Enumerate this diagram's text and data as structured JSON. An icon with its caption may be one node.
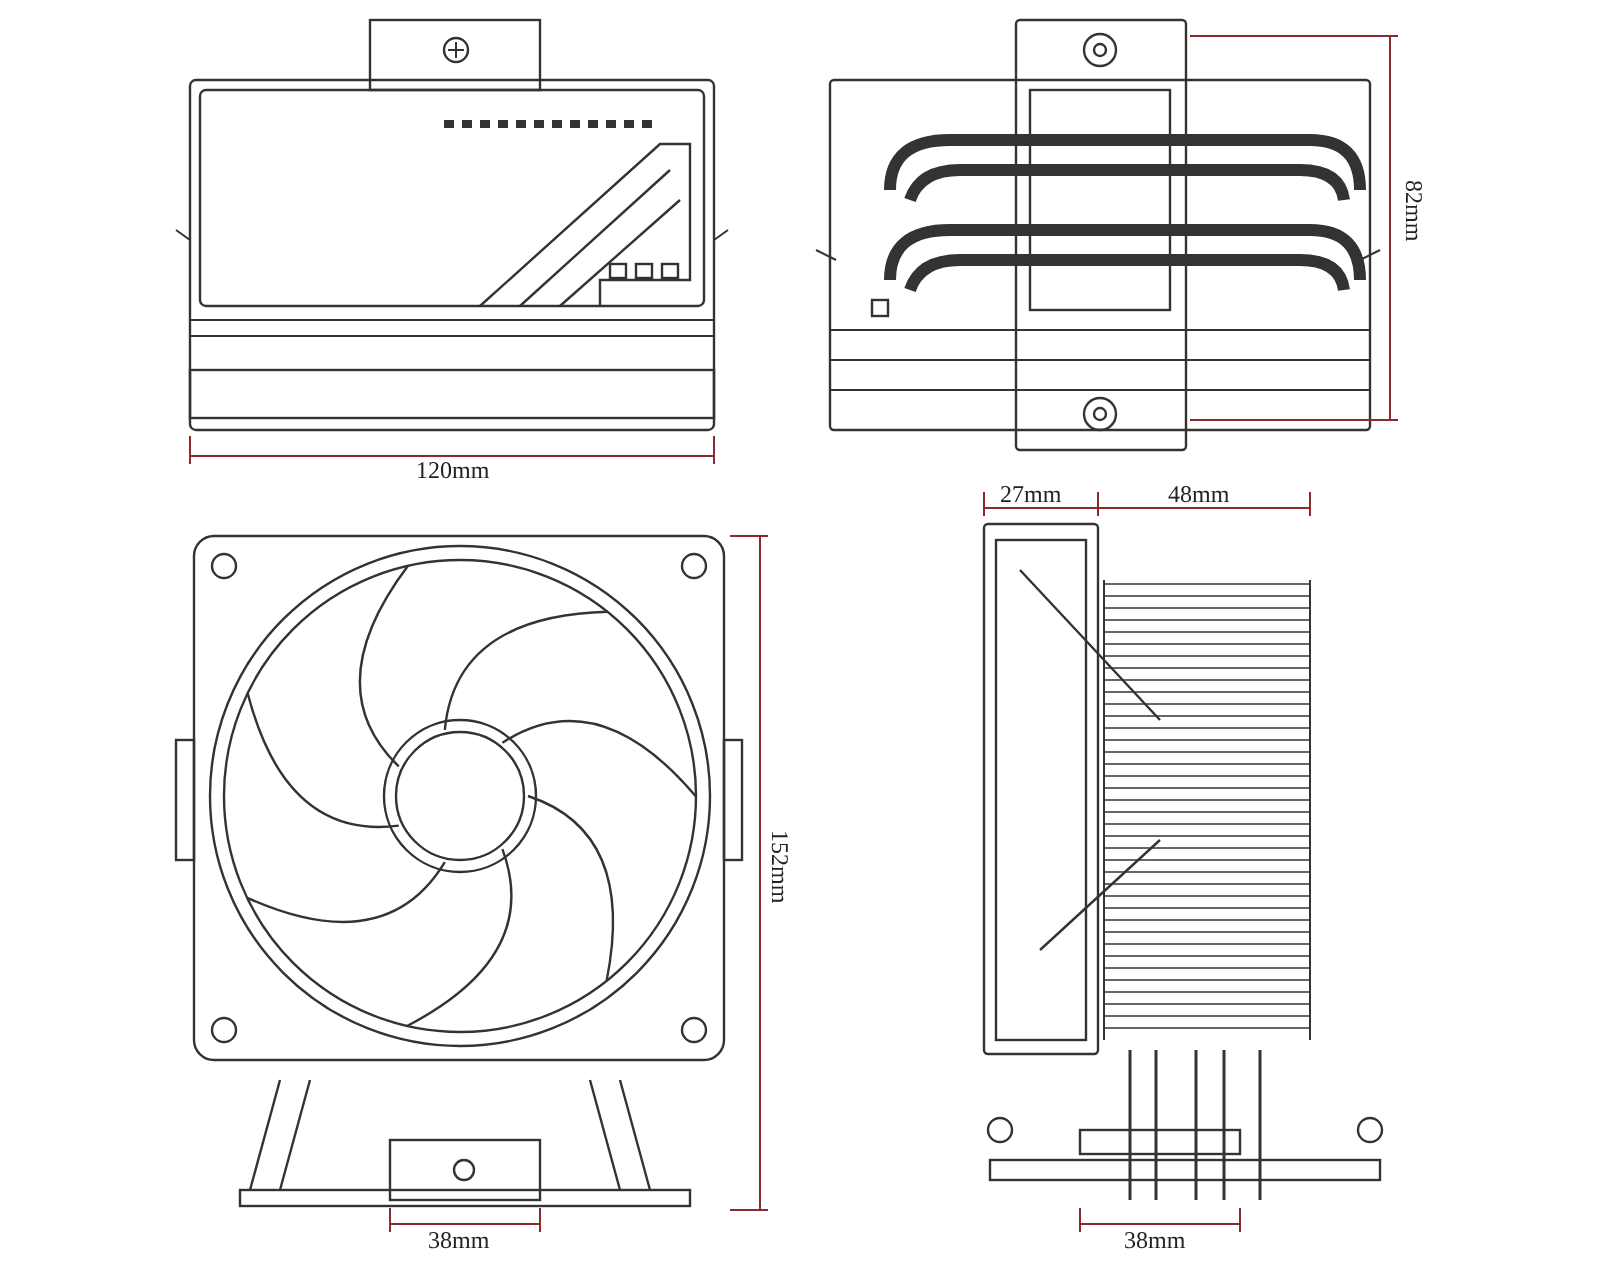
{
  "diagram": {
    "labels": [
      "120mm",
      "82mm",
      "27mm",
      "48mm",
      "152mm",
      "38mm",
      "38mm"
    ]
  }
}
